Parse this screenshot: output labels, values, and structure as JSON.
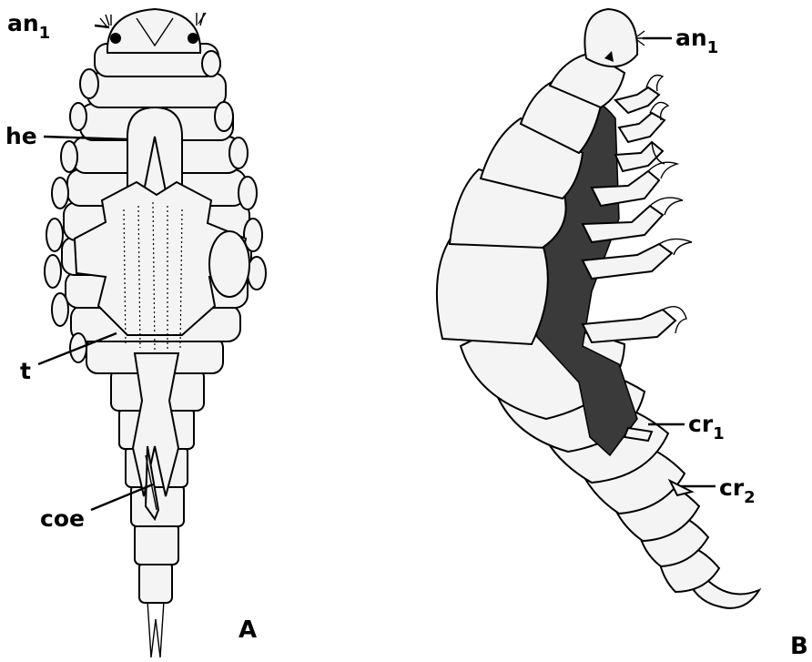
{
  "figure": {
    "panels": [
      {
        "id": "A",
        "label": "A"
      },
      {
        "id": "B",
        "label": "B"
      }
    ],
    "labels_A": [
      {
        "key": "an",
        "text": "an",
        "sub": "1"
      },
      {
        "key": "he",
        "text": "he",
        "sub": ""
      },
      {
        "key": "t",
        "text": "t",
        "sub": ""
      },
      {
        "key": "coe",
        "text": "coe",
        "sub": ""
      }
    ],
    "labels_B": [
      {
        "key": "an",
        "text": "an",
        "sub": "1"
      },
      {
        "key": "cr1",
        "text": "cr",
        "sub": "1"
      },
      {
        "key": "cr2",
        "text": "cr",
        "sub": "2"
      }
    ]
  }
}
